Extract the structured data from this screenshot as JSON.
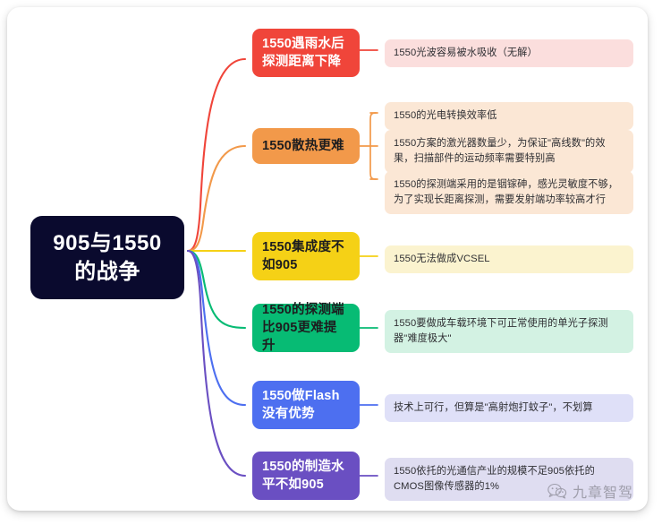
{
  "root": {
    "label": "905与1550\n的战争",
    "color": "#0a0a2e"
  },
  "branches": [
    {
      "topic": "1550遇雨水后探测距离下降",
      "color": "#f0453a",
      "detail_bg": "#fbdedd",
      "text_dark": false,
      "details": [
        "1550光波容易被水吸收（无解）"
      ]
    },
    {
      "topic": "1550散热更难",
      "color": "#f2994a",
      "detail_bg": "#fbe7d5",
      "text_dark": true,
      "details": [
        "1550的光电转换效率低",
        "1550方案的激光器数量少，为保证\"高线数\"的效果，扫描部件的运动频率需要特别高",
        "1550的探测端采用的是铟镓砷，感光灵敏度不够，为了实现长距离探测，需要发射端功率较高才行"
      ]
    },
    {
      "topic": "1550集成度不如905",
      "color": "#f5d116",
      "detail_bg": "#fbf3cf",
      "text_dark": true,
      "details": [
        "1550无法做成VCSEL"
      ]
    },
    {
      "topic": "1550的探测端比905更难提升",
      "color": "#07bb74",
      "detail_bg": "#d3f2e3",
      "text_dark": true,
      "details": [
        "1550要做成车载环境下可正常使用的单光子探测器\"难度极大\""
      ]
    },
    {
      "topic": "1550做Flash没有优势",
      "color": "#4d6ff0",
      "detail_bg": "#dfe0f8",
      "text_dark": false,
      "details": [
        "技术上可行，但算是\"高射炮打蚊子\"，不划算"
      ]
    },
    {
      "topic": "1550的制造水平不如905",
      "color": "#6a4fc2",
      "detail_bg": "#dfddf1",
      "text_dark": false,
      "details": [
        "1550依托的光通信产业的规模不足905依托的CMOS图像传感器的1%"
      ]
    }
  ],
  "watermark": {
    "text": "九章智驾",
    "icon": "wechat-icon"
  }
}
